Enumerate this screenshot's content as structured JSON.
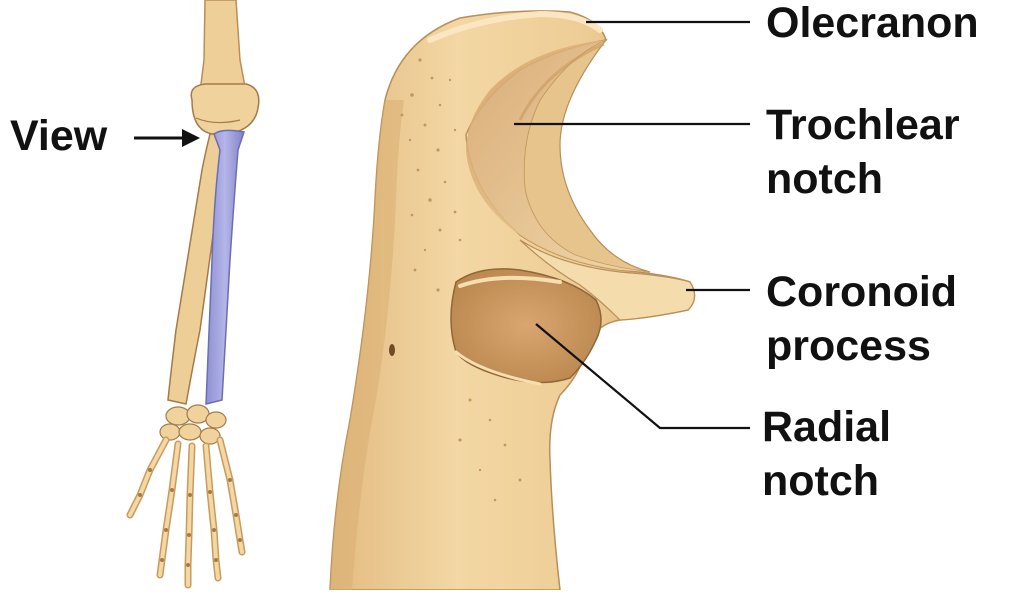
{
  "labels": {
    "view": "View",
    "olecranon": "Olecranon",
    "trochlear_notch": [
      "Trochlear",
      "notch"
    ],
    "coronoid_process": [
      "Coronoid",
      "process"
    ],
    "radial_notch": [
      "Radial",
      "notch"
    ]
  },
  "colors": {
    "bone": "#EDCC94",
    "bone_shadow": "#C9A06A",
    "bone_dark": "#9C7545",
    "highlight_ulna": "#9C9EDC",
    "leader_line": "#111111",
    "text": "#111111"
  }
}
